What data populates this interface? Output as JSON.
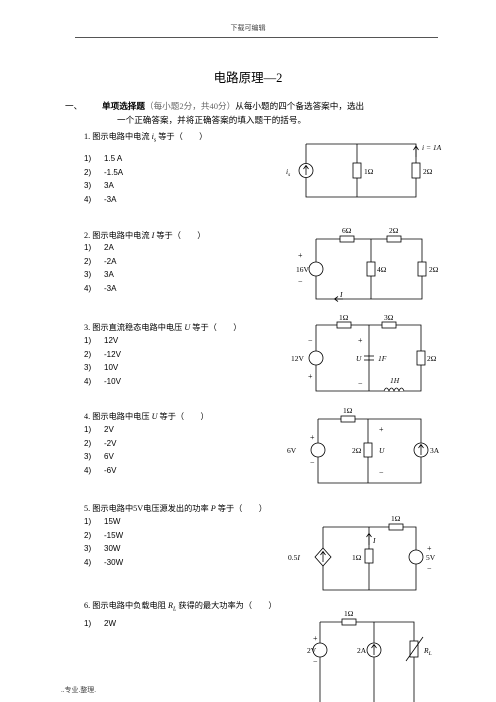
{
  "header": {
    "text": "下载可编辑"
  },
  "title": "电路原理—2",
  "section": {
    "number": "一、",
    "name": "单项选择题",
    "score_note": "（每小题2分，共40分）",
    "instruction_1": "从每小题的四个备选答案中，选出",
    "instruction_2": "一个正确答案，并将正确答案的填入题干的括号。"
  },
  "questions": [
    {
      "stem": "1. 图示电路中电流 i<sub>s</sub> 等于（　　）",
      "stem_text": "1. 图示电路中电流is等于（ ）",
      "options": [
        {
          "n": "1)",
          "v": "1.5 A"
        },
        {
          "n": "2)",
          "v": "-1.5A"
        },
        {
          "n": "3)",
          "v": "3A"
        },
        {
          "n": "4)",
          "v": "-3A"
        }
      ],
      "circuit_labels": [
        "i = 1A",
        "is",
        "1Ω",
        "2Ω"
      ]
    },
    {
      "stem_text": "2. 图示电路中电流I等于（ ）",
      "options": [
        {
          "n": "1)",
          "v": "2A"
        },
        {
          "n": "2)",
          "v": "-2A"
        },
        {
          "n": "3)",
          "v": "3A"
        },
        {
          "n": "4)",
          "v": "-3A"
        }
      ],
      "circuit_labels": [
        "6Ω",
        "2Ω",
        "+",
        "16V",
        "−",
        "4Ω",
        "2Ω",
        "I"
      ]
    },
    {
      "stem_text": "3. 图示直流稳态电路中电压U等于（ ）",
      "options": [
        {
          "n": "1)",
          "v": "12V"
        },
        {
          "n": "2)",
          "v": "-12V"
        },
        {
          "n": "3)",
          "v": "10V"
        },
        {
          "n": "4)",
          "v": "-10V"
        }
      ],
      "circuit_labels": [
        "1Ω",
        "3Ω",
        "−",
        "+",
        "12V",
        "U",
        "1F",
        "2Ω",
        "+",
        "−",
        "1H"
      ]
    },
    {
      "stem_text": "4. 图示电路中电压U等于（ ）",
      "options": [
        {
          "n": "1)",
          "v": "2V"
        },
        {
          "n": "2)",
          "v": "-2V"
        },
        {
          "n": "3)",
          "v": "6V"
        },
        {
          "n": "4)",
          "v": "-6V"
        }
      ],
      "circuit_labels": [
        "1Ω",
        "+",
        "6V",
        "−",
        "2Ω",
        "+",
        "U",
        "−",
        "3A"
      ]
    },
    {
      "stem_text": "5. 图示电路中5V电压源发出的功率P等于（ ）",
      "options": [
        {
          "n": "1)",
          "v": "15W"
        },
        {
          "n": "2)",
          "v": "-15W"
        },
        {
          "n": "3)",
          "v": "30W"
        },
        {
          "n": "4)",
          "v": "-30W"
        }
      ],
      "circuit_labels": [
        "1Ω",
        "I",
        "0.5I",
        "1Ω",
        "+",
        "5V",
        "−"
      ]
    },
    {
      "stem_text": "6. 图示电路中负载电阻RL获得的最大功率为（ ）",
      "options": [
        {
          "n": "1)",
          "v": "2W"
        }
      ],
      "circuit_labels": [
        "1Ω",
        "+",
        "2V",
        "−",
        "2A",
        "RL"
      ]
    }
  ],
  "footer": "..专业.整理."
}
